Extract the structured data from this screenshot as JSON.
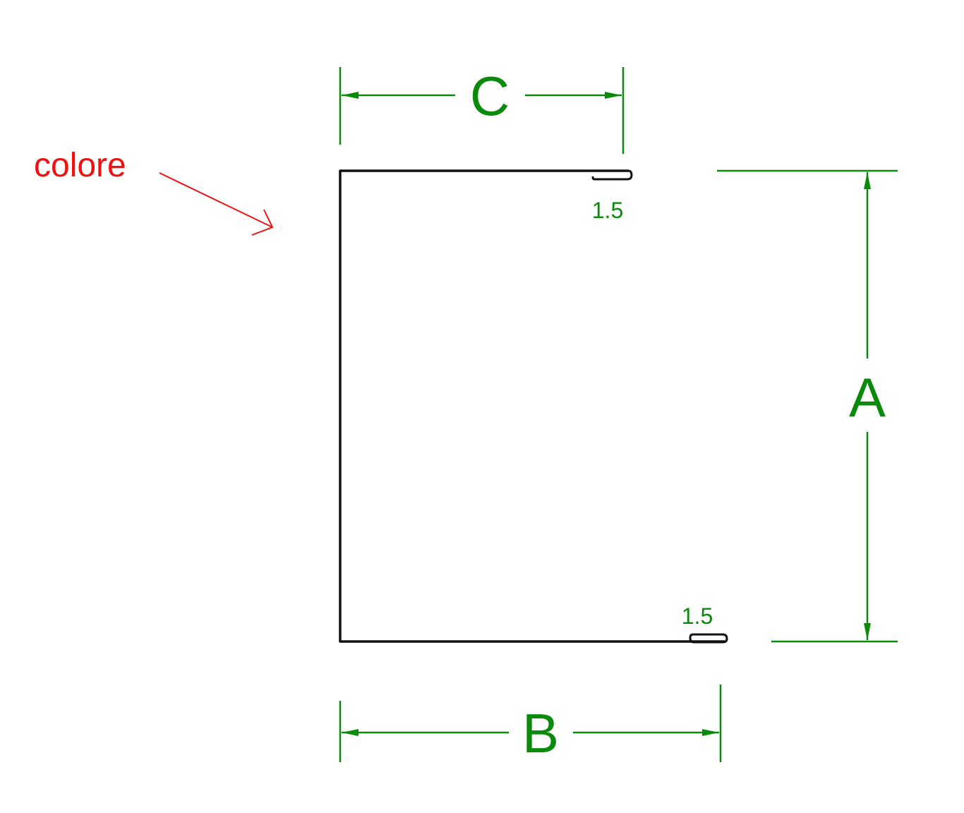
{
  "note": {
    "text": "colore"
  },
  "dimensions": {
    "top": "C",
    "right": "A",
    "bottom": "B"
  },
  "hems": {
    "top": "1.5",
    "bottom": "1.5"
  },
  "colors": {
    "profile": "#111111",
    "dimension": "#0a8a0a",
    "note": "#ee1111"
  }
}
